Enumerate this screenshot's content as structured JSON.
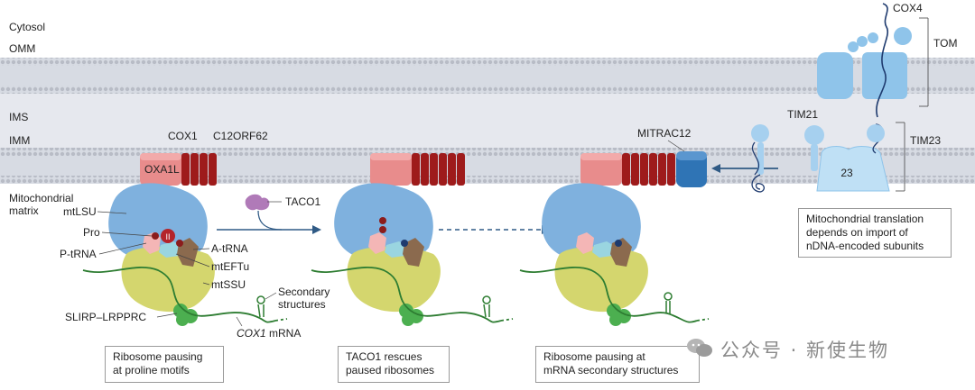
{
  "compartments": {
    "cytosol": "Cytosol",
    "omm": "OMM",
    "ims": "IMS",
    "imm": "IMM",
    "matrix_line1": "Mitochondrial",
    "matrix_line2": "matrix"
  },
  "proteins": {
    "cox1": "COX1",
    "c12orf62": "C12ORF62",
    "oxa1l": "OXA1L",
    "mitrac12": "MITRAC12",
    "tim21": "TIM21",
    "tim23": "TIM23",
    "tim23_core": "23",
    "tom": "TOM",
    "cox4": "COX4",
    "taco1": "TACO1"
  },
  "ribosome_parts": {
    "mtlsu": "mtLSU",
    "pro": "Pro",
    "ptrna": "P-tRNA",
    "atrna": "A-tRNA",
    "mteftu": "mtEFTu",
    "mtssu": "mtSSU",
    "slirp": "SLIRP–LRPPRC",
    "secondary_line1": "Secondary",
    "secondary_line2": "structures",
    "cox1_mrna_gene": "COX1",
    "cox1_mrna_suffix": " mRNA",
    "pause_symbol": "II"
  },
  "captions": {
    "panel1_line1": "Ribosome pausing",
    "panel1_line2": "at proline motifs",
    "panel2_line1": "TACO1 rescues",
    "panel2_line2": "paused ribosomes",
    "panel3_line1": "Ribosome pausing at",
    "panel3_line2": "mRNA secondary structures",
    "import_line1": "Mitochondrial translation",
    "import_line2": "depends on import of",
    "import_line3": "nDNA-encoded subunits"
  },
  "watermark": "公众号 · 新使生物",
  "colors": {
    "membrane": "#c9cdd6",
    "ims": "#e6e8ee",
    "ribosome_lsu": "#7fb1de",
    "ribosome_ssu": "#d4d66e",
    "mrna": "#2e7d32",
    "slirp": "#4caf50",
    "cox1_helix": "#9e1b1b",
    "oxa1l": "#e88c8c",
    "mitrac12": "#2f74b5",
    "tim_tom": "#8fc4ea",
    "ptrna": "#f4b6b6",
    "eftu": "#9ad5e0",
    "atrna": "#8b6a4e",
    "taco1": "#b07ab8"
  }
}
